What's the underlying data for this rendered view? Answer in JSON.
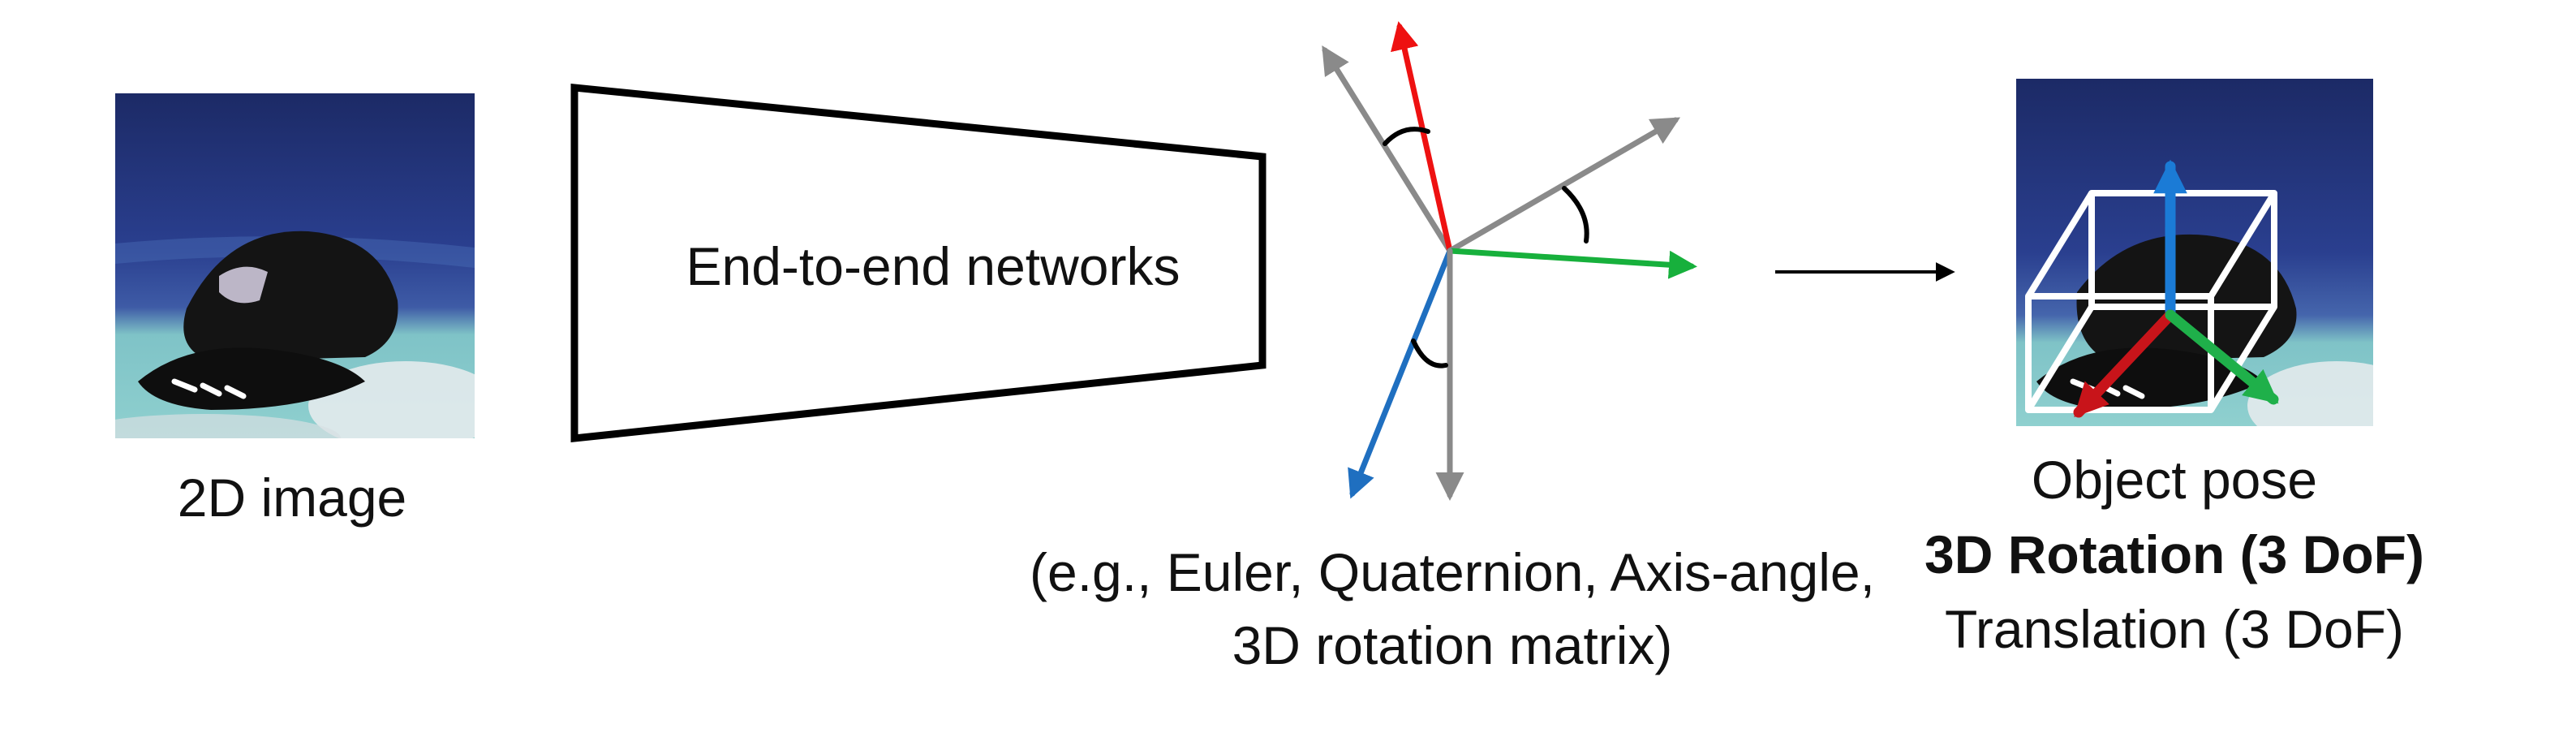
{
  "input": {
    "caption": "2D image",
    "photo": {
      "depicts": "black baseball cap with white logo lying on a light blue surface against a dark navy background",
      "colors": {
        "top": "#1f2d6b",
        "mid": "#2a3f8f",
        "surface": "#7fc3c7",
        "cap": "#141414"
      }
    }
  },
  "network": {
    "label": "End-to-end networks"
  },
  "rotation_representation": {
    "examples_text": "(e.g., Euler, Quaternion, Axis-angle, 3D rotation matrix)",
    "axis_colors": {
      "red": "#ee1111",
      "green": "#17b03c",
      "blue": "#1f6fc0",
      "gray": "#8a8a8a"
    }
  },
  "output": {
    "title": "Object pose",
    "rotation": "3D Rotation (3 DoF)",
    "translation": "Translation (3 DoF)",
    "bbox_color": "#ffffff",
    "axis_colors": {
      "up": "#1b7bd6",
      "left": "#c8141a",
      "right": "#1fb04a"
    }
  }
}
